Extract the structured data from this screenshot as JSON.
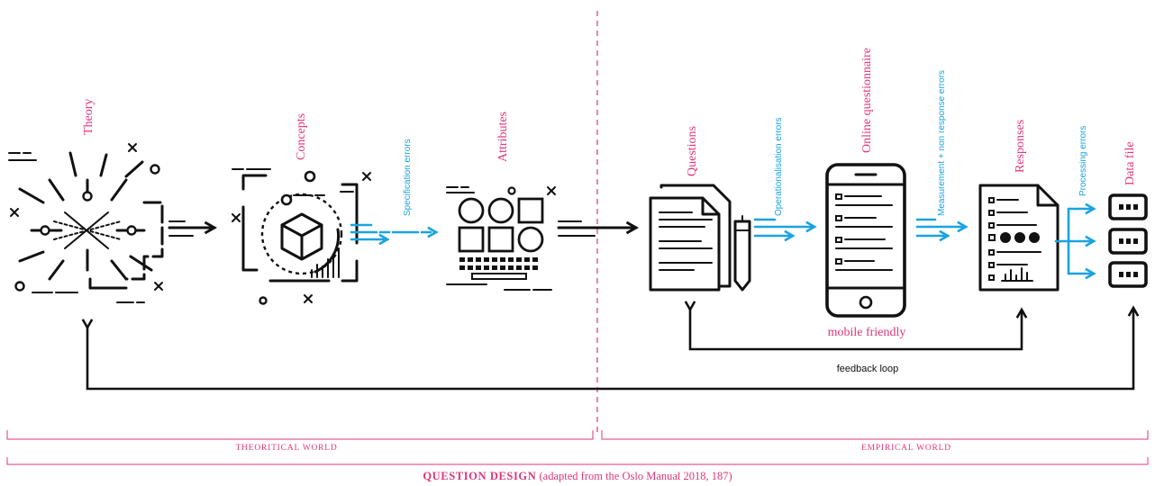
{
  "stages": {
    "theory": "Theory",
    "concepts": "Concepts",
    "attributes": "Attributes",
    "questions": "Questions",
    "online_questionnaire": "Online questionnaire",
    "responses": "Responses",
    "data_file": "Data file"
  },
  "errors": {
    "specification": "Specification errors",
    "operationalisation": "Operationalisation errors",
    "measurement": "Measurement + non response errors",
    "processing": "Processing errors"
  },
  "notes": {
    "mobile_friendly": "mobile friendly",
    "feedback_loop": "feedback loop"
  },
  "worlds": {
    "theoretical": "THEORITICAL WORLD",
    "empirical": "EMPIRICAL WORLD"
  },
  "caption": {
    "bold": "QUESTION DESIGN",
    "rest": " (adapted from the Oslo Manual 2018, 187)"
  },
  "colors": {
    "accent_pink": "#e0357a",
    "error_blue": "#1aa3e0",
    "ink": "#111111"
  }
}
